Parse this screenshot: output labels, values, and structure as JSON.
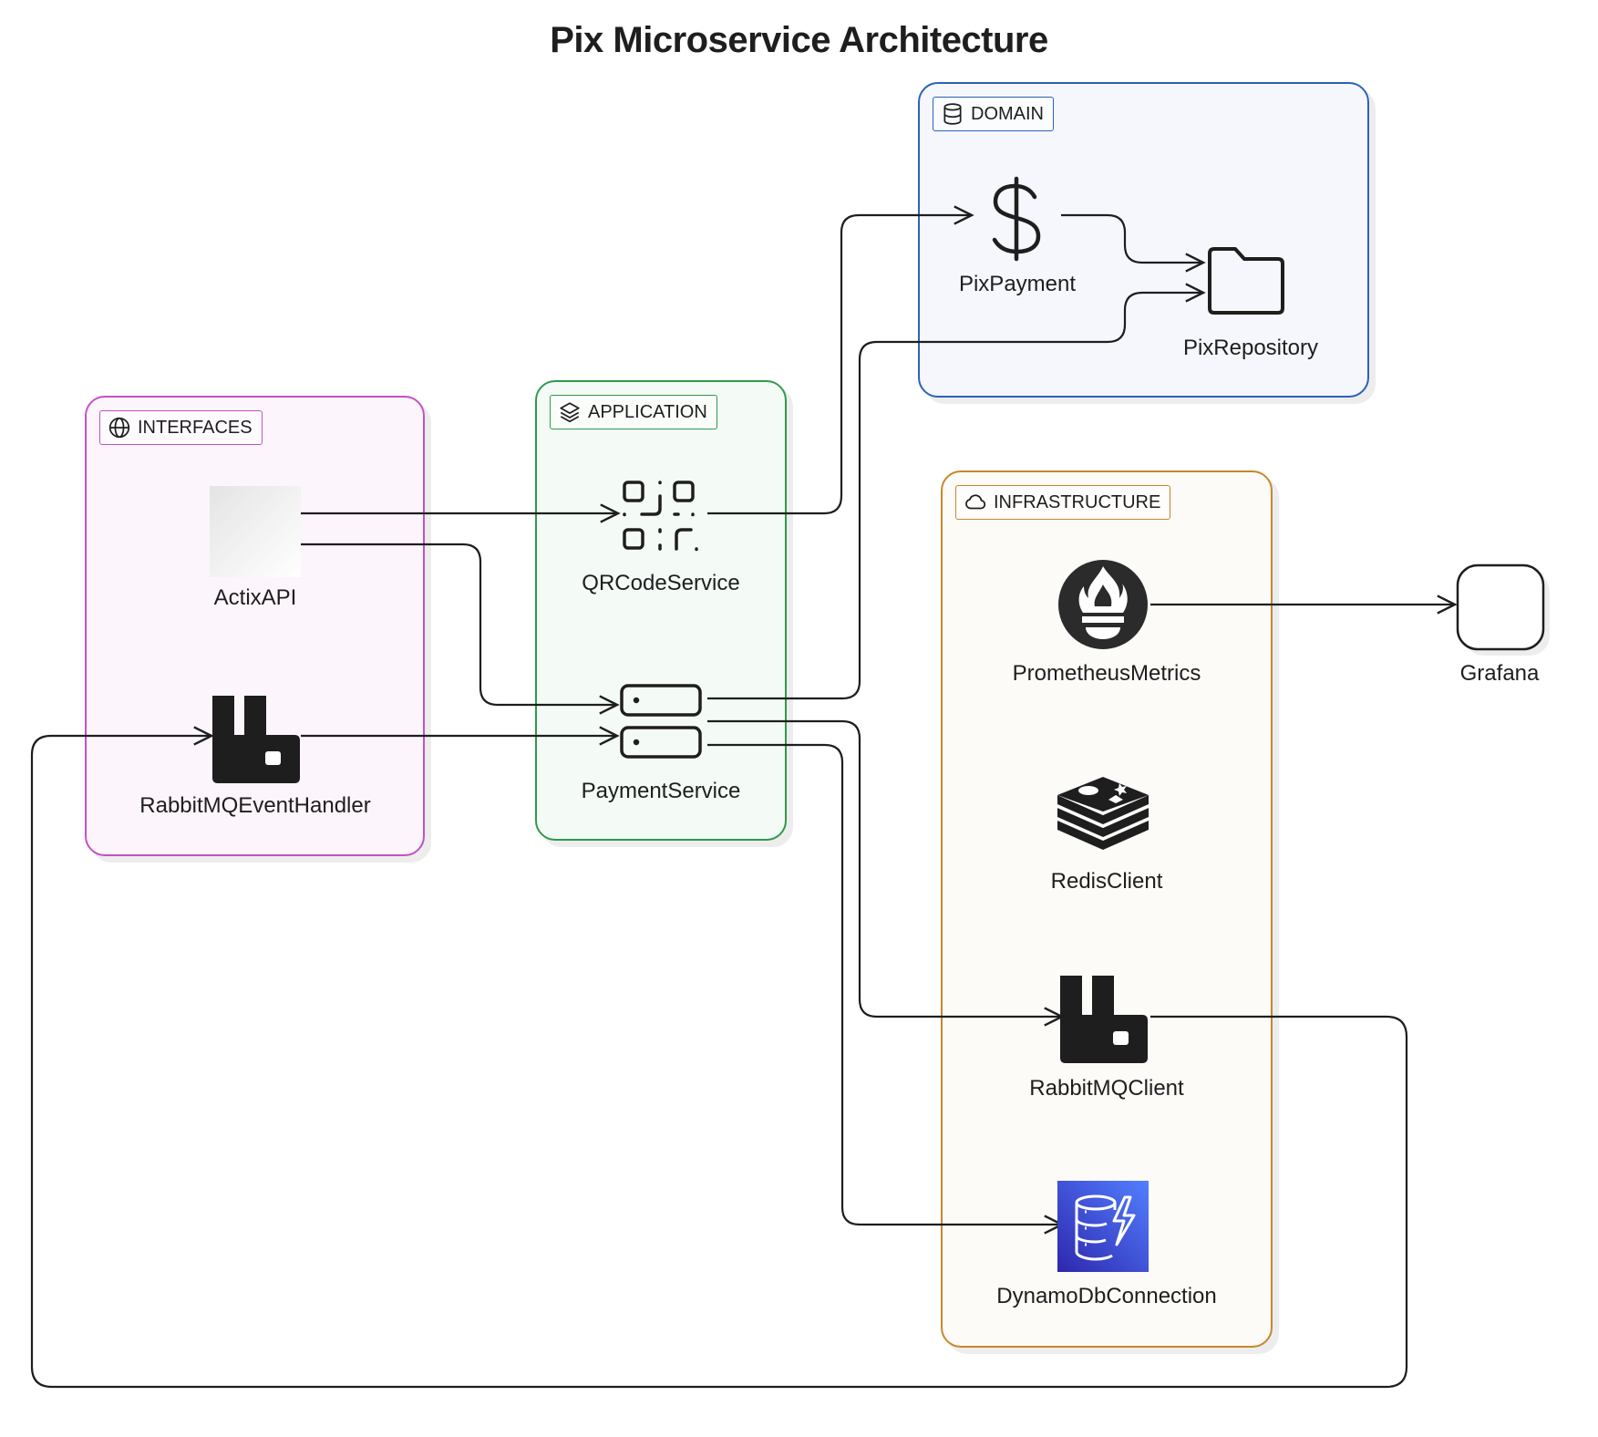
{
  "title": "Pix Microservice Architecture",
  "groups": {
    "domain": {
      "label": "DOMAIN",
      "color": "#2d62b8",
      "fill": "#f5f7fc"
    },
    "interfaces": {
      "label": "INTERFACES",
      "color": "#c74fc7",
      "fill": "#fcf5fc"
    },
    "application": {
      "label": "APPLICATION",
      "color": "#2e9a4c",
      "fill": "#f4faf6"
    },
    "infrastructure": {
      "label": "INFRASTRUCTURE",
      "color": "#c8872c",
      "fill": "#fcfbf8"
    }
  },
  "nodes": {
    "pix_payment": "PixPayment",
    "pix_repository": "PixRepository",
    "actix_api": "ActixAPI",
    "rabbitmq_event_handler": "RabbitMQEventHandler",
    "qrcode_service": "QRCodeService",
    "payment_service": "PaymentService",
    "prometheus_metrics": "PrometheusMetrics",
    "redis_client": "RedisClient",
    "rabbitmq_client": "RabbitMQClient",
    "dynamodb_connection": "DynamoDbConnection",
    "grafana": "Grafana"
  },
  "icons": {
    "pix_payment": "dollar-icon",
    "pix_repository": "folder-icon",
    "actix_api": "blank-image",
    "rabbitmq_event_handler": "rabbitmq-icon",
    "qrcode_service": "qr-code-icon",
    "payment_service": "server-stack-icon",
    "prometheus_metrics": "prometheus-icon",
    "redis_client": "redis-icon",
    "rabbitmq_client": "rabbitmq-icon",
    "dynamodb_connection": "dynamodb-icon",
    "grafana": "rounded-square-icon"
  },
  "edges": [
    {
      "from": "ActixAPI",
      "to": "QRCodeService"
    },
    {
      "from": "ActixAPI",
      "to": "PaymentService"
    },
    {
      "from": "RabbitMQEventHandler",
      "to": "PaymentService"
    },
    {
      "from": "QRCodeService",
      "to": "PixPayment"
    },
    {
      "from": "PixPayment",
      "to": "PixRepository"
    },
    {
      "from": "PaymentService",
      "to": "PixRepository"
    },
    {
      "from": "PaymentService",
      "to": "RabbitMQClient"
    },
    {
      "from": "PaymentService",
      "to": "DynamoDbConnection"
    },
    {
      "from": "PrometheusMetrics",
      "to": "Grafana"
    },
    {
      "from": "RabbitMQClient",
      "to": "RabbitMQEventHandler"
    }
  ]
}
